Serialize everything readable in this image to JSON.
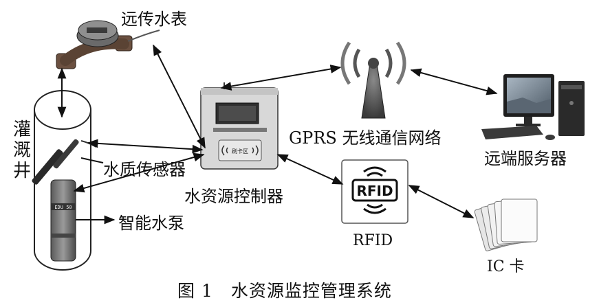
{
  "labels": {
    "water_meter": "远传水表",
    "well": "灌溉井",
    "quality_sensor": "水质传感器",
    "smart_pump": "智能水泵",
    "controller": "水资源控制器",
    "gprs": "GPRS 无线通信网络",
    "server": "远端服务器",
    "rfid": "RFID",
    "ic_card": "IC 卡"
  },
  "device_text": {
    "rfid_logo": "RFID",
    "card_reader": "刷卡区",
    "pump_tag": "EDU 50"
  },
  "caption": "图 1　水资源监控管理系统"
}
